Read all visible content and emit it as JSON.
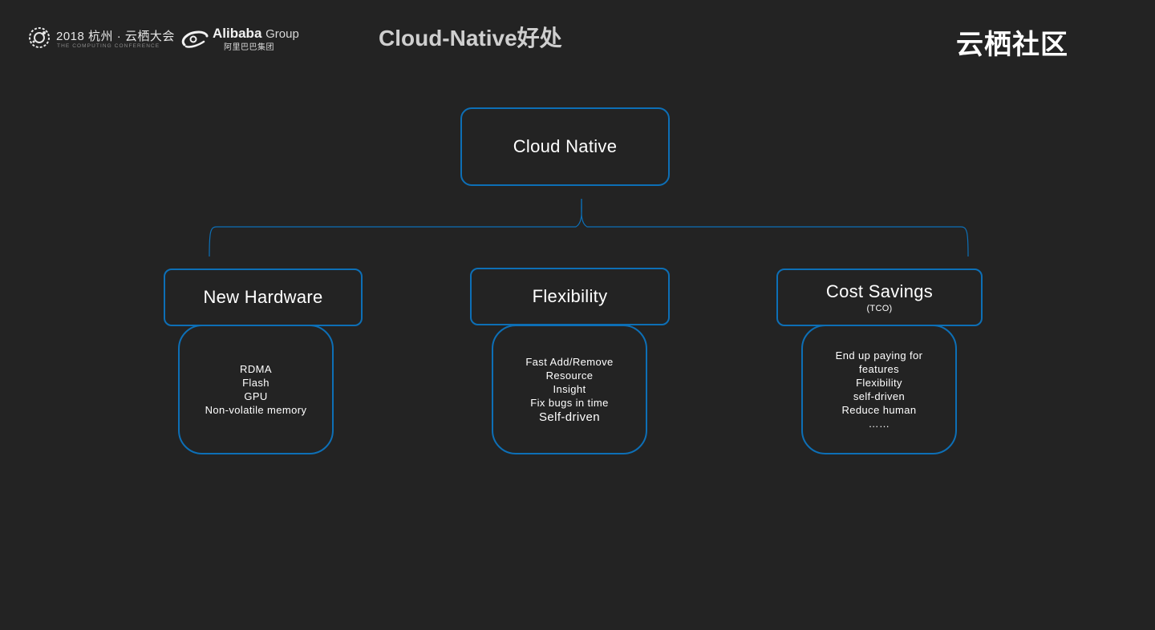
{
  "header": {
    "conference_year": "2018 杭州 · 云栖大会",
    "conference_sub": "THE COMPUTING CONFERENCE",
    "group_name": "Alibaba",
    "group_suffix": "Group",
    "group_cn": "阿里巴巴集团",
    "title": "Cloud-Native好处",
    "community": "云栖社区"
  },
  "diagram": {
    "root": "Cloud Native",
    "branches": [
      {
        "label": "New Hardware",
        "note": "",
        "items": [
          "RDMA",
          "Flash",
          "GPU",
          "Non-volatile memory"
        ]
      },
      {
        "label": "Flexibility",
        "note": "",
        "items": [
          "Fast Add/Remove",
          "Resource",
          "Insight",
          "Fix bugs in time",
          "Self-driven"
        ]
      },
      {
        "label": "Cost Savings",
        "note": "(TCO)",
        "items": [
          "End up paying for",
          "features",
          "Flexibility",
          "self-driven",
          "Reduce human",
          "……"
        ]
      }
    ]
  },
  "colors": {
    "background": "#232323",
    "box_border": "#0d6fb6",
    "text": "#ffffff"
  }
}
